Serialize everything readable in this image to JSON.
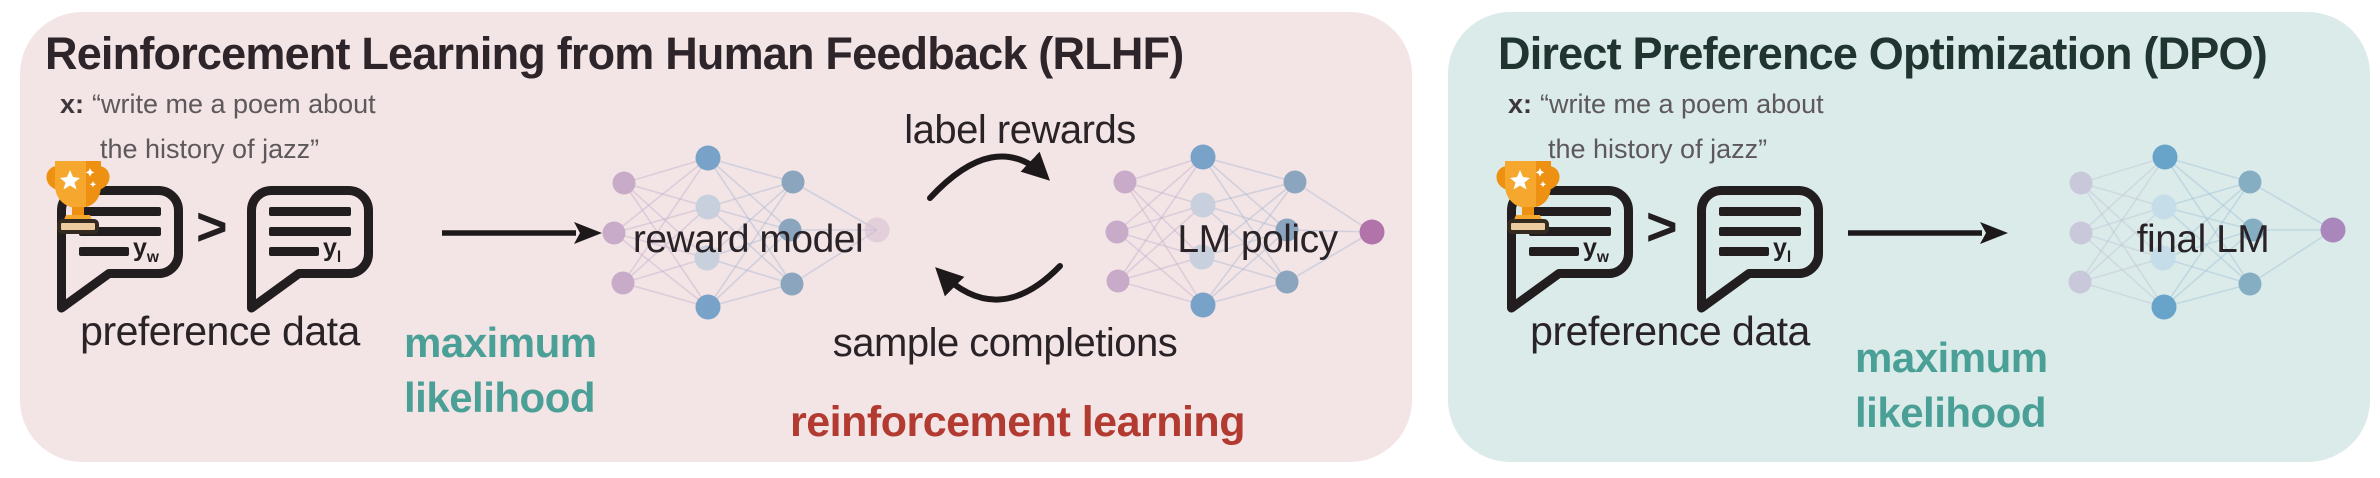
{
  "panels": {
    "rlhf": {
      "title": "Reinforcement Learning from Human Feedback (RLHF)",
      "prompt": {
        "x": "x:",
        "line1": "“write me a poem about",
        "line2": "the history of jazz”"
      },
      "preference_data_label": "preference data",
      "winner_label": "y",
      "winner_sub": "w",
      "loser_label": "y",
      "loser_sub": "l",
      "comparator": ">",
      "maximum_likelihood": {
        "line1": "maximum",
        "line2": "likelihood"
      },
      "reward_model_label": "reward model",
      "lm_policy_label": "LM policy",
      "label_rewards": "label rewards",
      "sample_completions": "sample completions",
      "reinforcement_learning": "reinforcement learning"
    },
    "dpo": {
      "title": "Direct Preference Optimization (DPO)",
      "prompt": {
        "x": "x:",
        "line1": "“write me a poem about",
        "line2": "the history of jazz”"
      },
      "preference_data_label": "preference data",
      "winner_label": "y",
      "winner_sub": "w",
      "loser_label": "y",
      "loser_sub": "l",
      "comparator": ">",
      "maximum_likelihood": {
        "line1": "maximum",
        "line2": "likelihood"
      },
      "final_lm_label": "final LM"
    }
  },
  "colors": {
    "page_bg": "#ffffff",
    "rlhf_panel_bg": "#f3e4e5",
    "dpo_panel_bg": "#dbebe9",
    "rlhf_title": "#2d2529",
    "dpo_title": "#203430",
    "dark_text": "#292327",
    "prompt_gray": "#5d585c",
    "teal_accent": "#4aa096",
    "red_accent": "#b23a31",
    "arrow_black": "#1d191b",
    "stroke_dark": "#221d1f",
    "trophy_gold": "#f6a72e",
    "trophy_gold_dark": "#ee9011",
    "trophy_base": "#eccb9f",
    "networks": {
      "rlhf": {
        "input": "#c8abc8",
        "hidden_outer": "#78a2c8",
        "hidden_inner": "#c7d0dc",
        "layer3": "#8ba5be",
        "reward_output": "#d5bdd2",
        "policy_output": "#b173a9",
        "edge": "#a9b7d0",
        "edge_input": "#c3b0cb"
      },
      "dpo": {
        "input": "#c9c7da",
        "hidden_outer": "#68a3ca",
        "hidden_inner": "#c5dde9",
        "layer3": "#86aec3",
        "output": "#a986bb",
        "edge": "#9fc1d6",
        "edge_input": "#c0c4d8"
      }
    }
  }
}
